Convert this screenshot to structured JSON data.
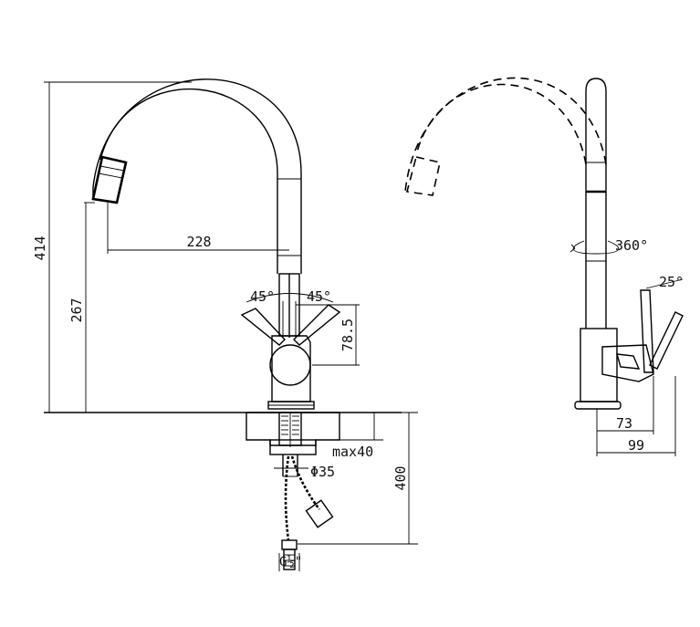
{
  "dimensions": {
    "total_height": "414",
    "spout_height": "267",
    "reach": "228",
    "handle_angle_left": "45°",
    "handle_angle_right": "45°",
    "handle_height": "78.5",
    "rotation": "360°",
    "tilt_angle": "25°",
    "side_depth_inner": "73",
    "side_depth_outer": "99",
    "max_counter": "max40",
    "hole_diameter": "Φ35",
    "hose_length": "400",
    "thread": "G½\""
  },
  "colors": {
    "line": "#000000",
    "background": "#ffffff"
  }
}
